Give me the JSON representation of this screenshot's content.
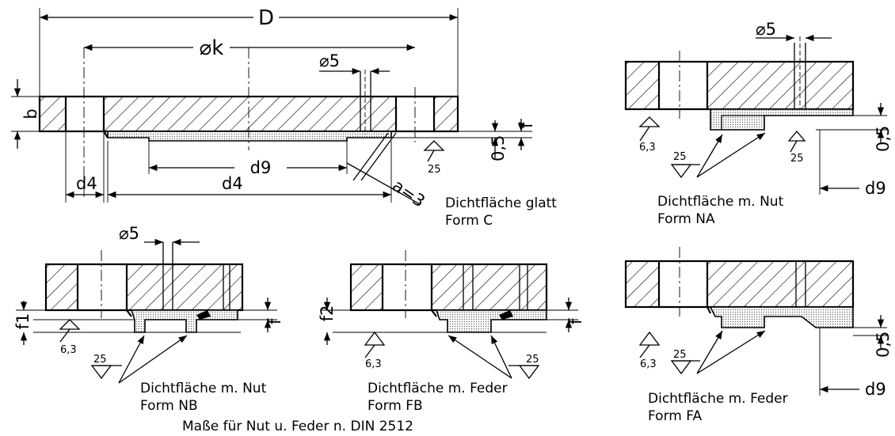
{
  "diagram": {
    "caption": "Maße für Nut u. Feder n. DIN 2512",
    "dimensions": {
      "D": "D",
      "k": "⌀k",
      "hole": "⌀5",
      "b": "b",
      "d4": "d4",
      "d9": "d9",
      "f": "f",
      "f1": "f1",
      "f2": "f2",
      "t05": "0,5",
      "a3": "a=3"
    },
    "roughness": {
      "r63": "6,3",
      "r25": "25"
    },
    "views": {
      "C": {
        "line1": "Dichtfläche glatt",
        "line2": "Form C"
      },
      "NA": {
        "line1": "Dichtfläche m. Nut",
        "line2": "Form NA"
      },
      "NB": {
        "line1": "Dichtfläche m. Nut",
        "line2": "Form NB"
      },
      "FB": {
        "line1": "Dichtfläche m. Feder",
        "line2": "Form FB"
      },
      "FA": {
        "line1": "Dichtfläche m. Feder",
        "line2": "Form FA"
      }
    }
  }
}
